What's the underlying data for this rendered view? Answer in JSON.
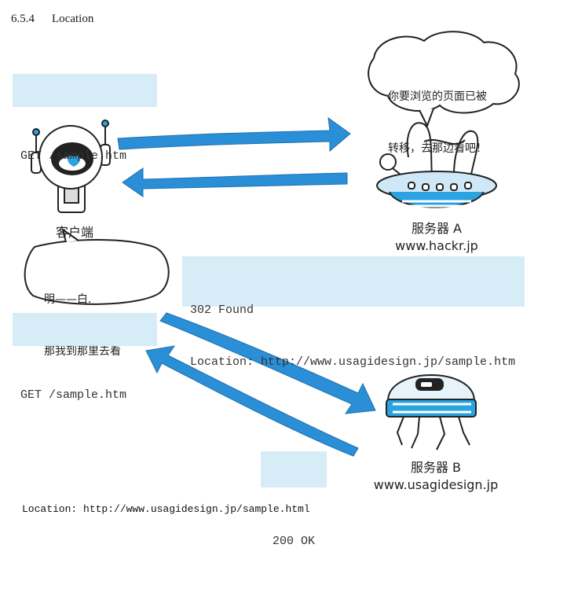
{
  "section": {
    "number": "6.5.4",
    "title": "Location"
  },
  "requests": {
    "get_a": "GET /sample.htm",
    "get_b": "GET /sample.htm"
  },
  "response_a": {
    "status": "302 Found",
    "location": "Location: http://www.usagidesign.jp/sample.htm"
  },
  "response_b": {
    "status": "200 OK"
  },
  "client": {
    "label": "客户端"
  },
  "server_a": {
    "name": "服务器 A",
    "host": "www.hackr.jp"
  },
  "server_b": {
    "name": "服务器 B",
    "host": "www.usagidesign.jp"
  },
  "bubble_server": {
    "line1": "你要浏览的页面已被",
    "line2": "转移，去那边看吧！"
  },
  "bubble_client": {
    "line1": "明——白.",
    "line2": "那我到那里去看"
  },
  "caption": "Location: http://www.usagidesign.jp/sample.html",
  "colors": {
    "arrow": "#2a8fd6",
    "box": "#d6ecf7",
    "accent": "#2aa3e0"
  }
}
